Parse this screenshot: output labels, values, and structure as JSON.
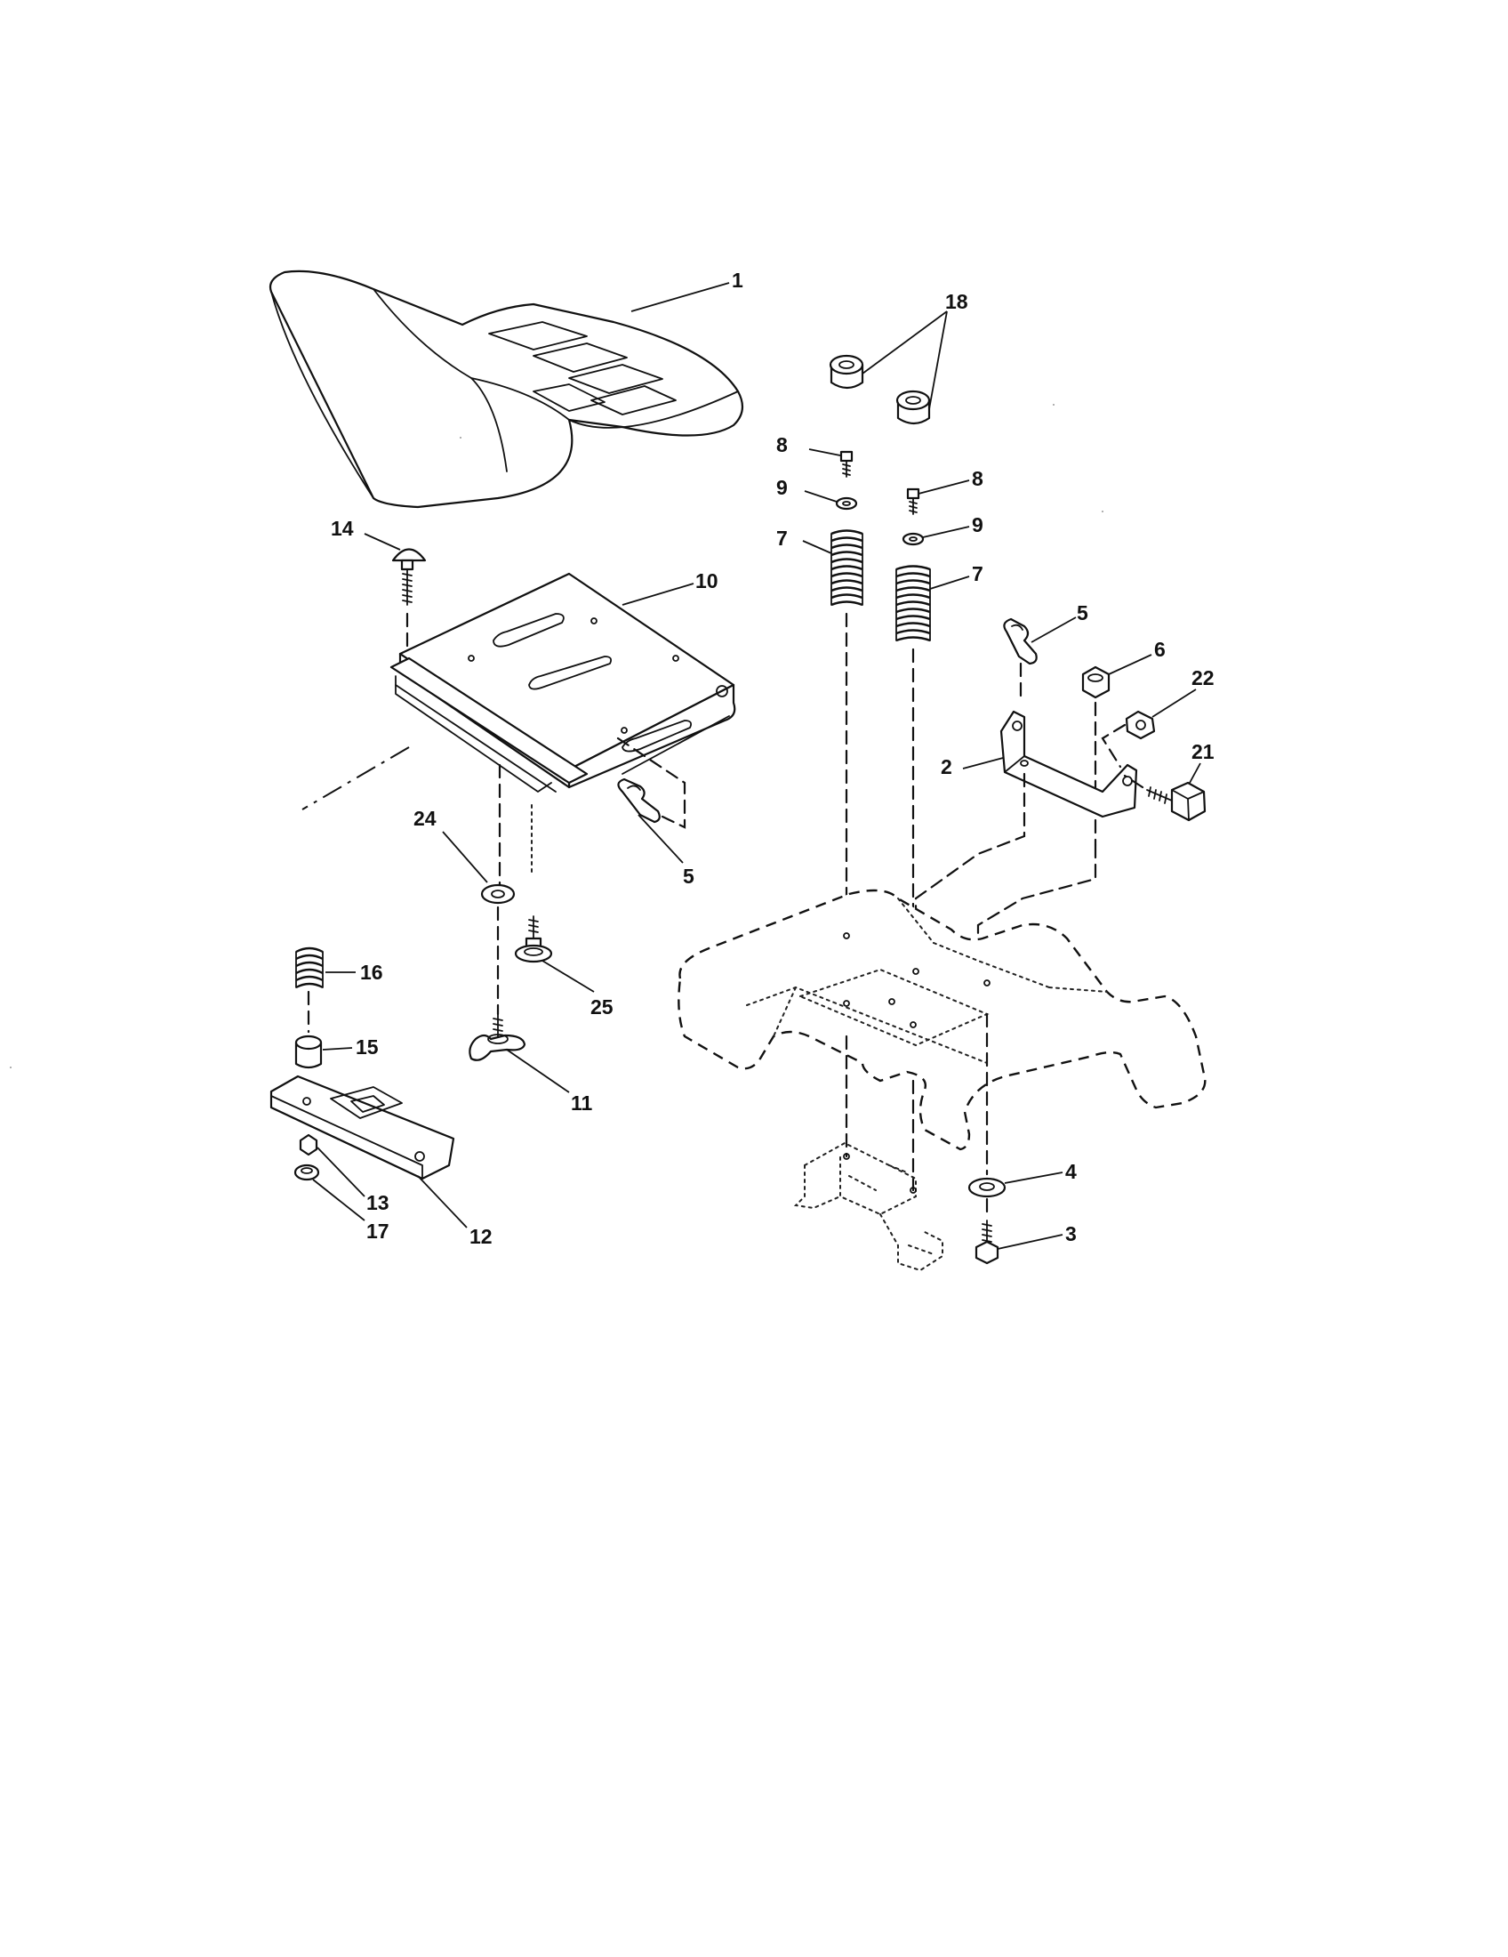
{
  "diagram": {
    "callouts": {
      "c1": "1",
      "c18": "18",
      "c8a": "8",
      "c8b": "8",
      "c9a": "9",
      "c9b": "9",
      "c7a": "7",
      "c7b": "7",
      "c14": "14",
      "c10": "10",
      "c5a": "5",
      "c5b": "5",
      "c6": "6",
      "c22": "22",
      "c2": "2",
      "c21": "21",
      "c24": "24",
      "c25": "25",
      "c16": "16",
      "c15": "15",
      "c11": "11",
      "c13": "13",
      "c12": "12",
      "c17": "17",
      "c4": "4",
      "c3": "3"
    }
  }
}
